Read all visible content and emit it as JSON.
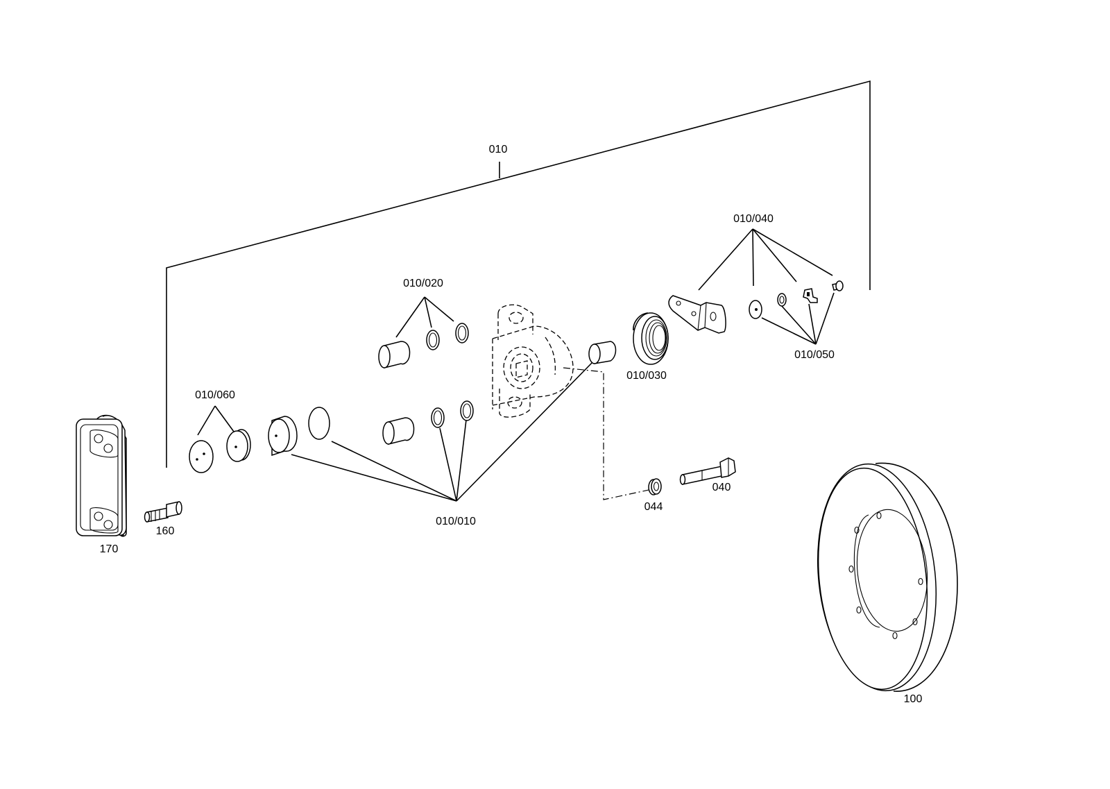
{
  "labels": {
    "p010": "010",
    "p010_010": "010/010",
    "p010_020": "010/020",
    "p010_030": "010/030",
    "p010_040": "010/040",
    "p010_050": "010/050",
    "p010_060": "010/060",
    "p040": "040",
    "p044": "044",
    "p100": "100",
    "p160": "160",
    "p170": "170"
  }
}
